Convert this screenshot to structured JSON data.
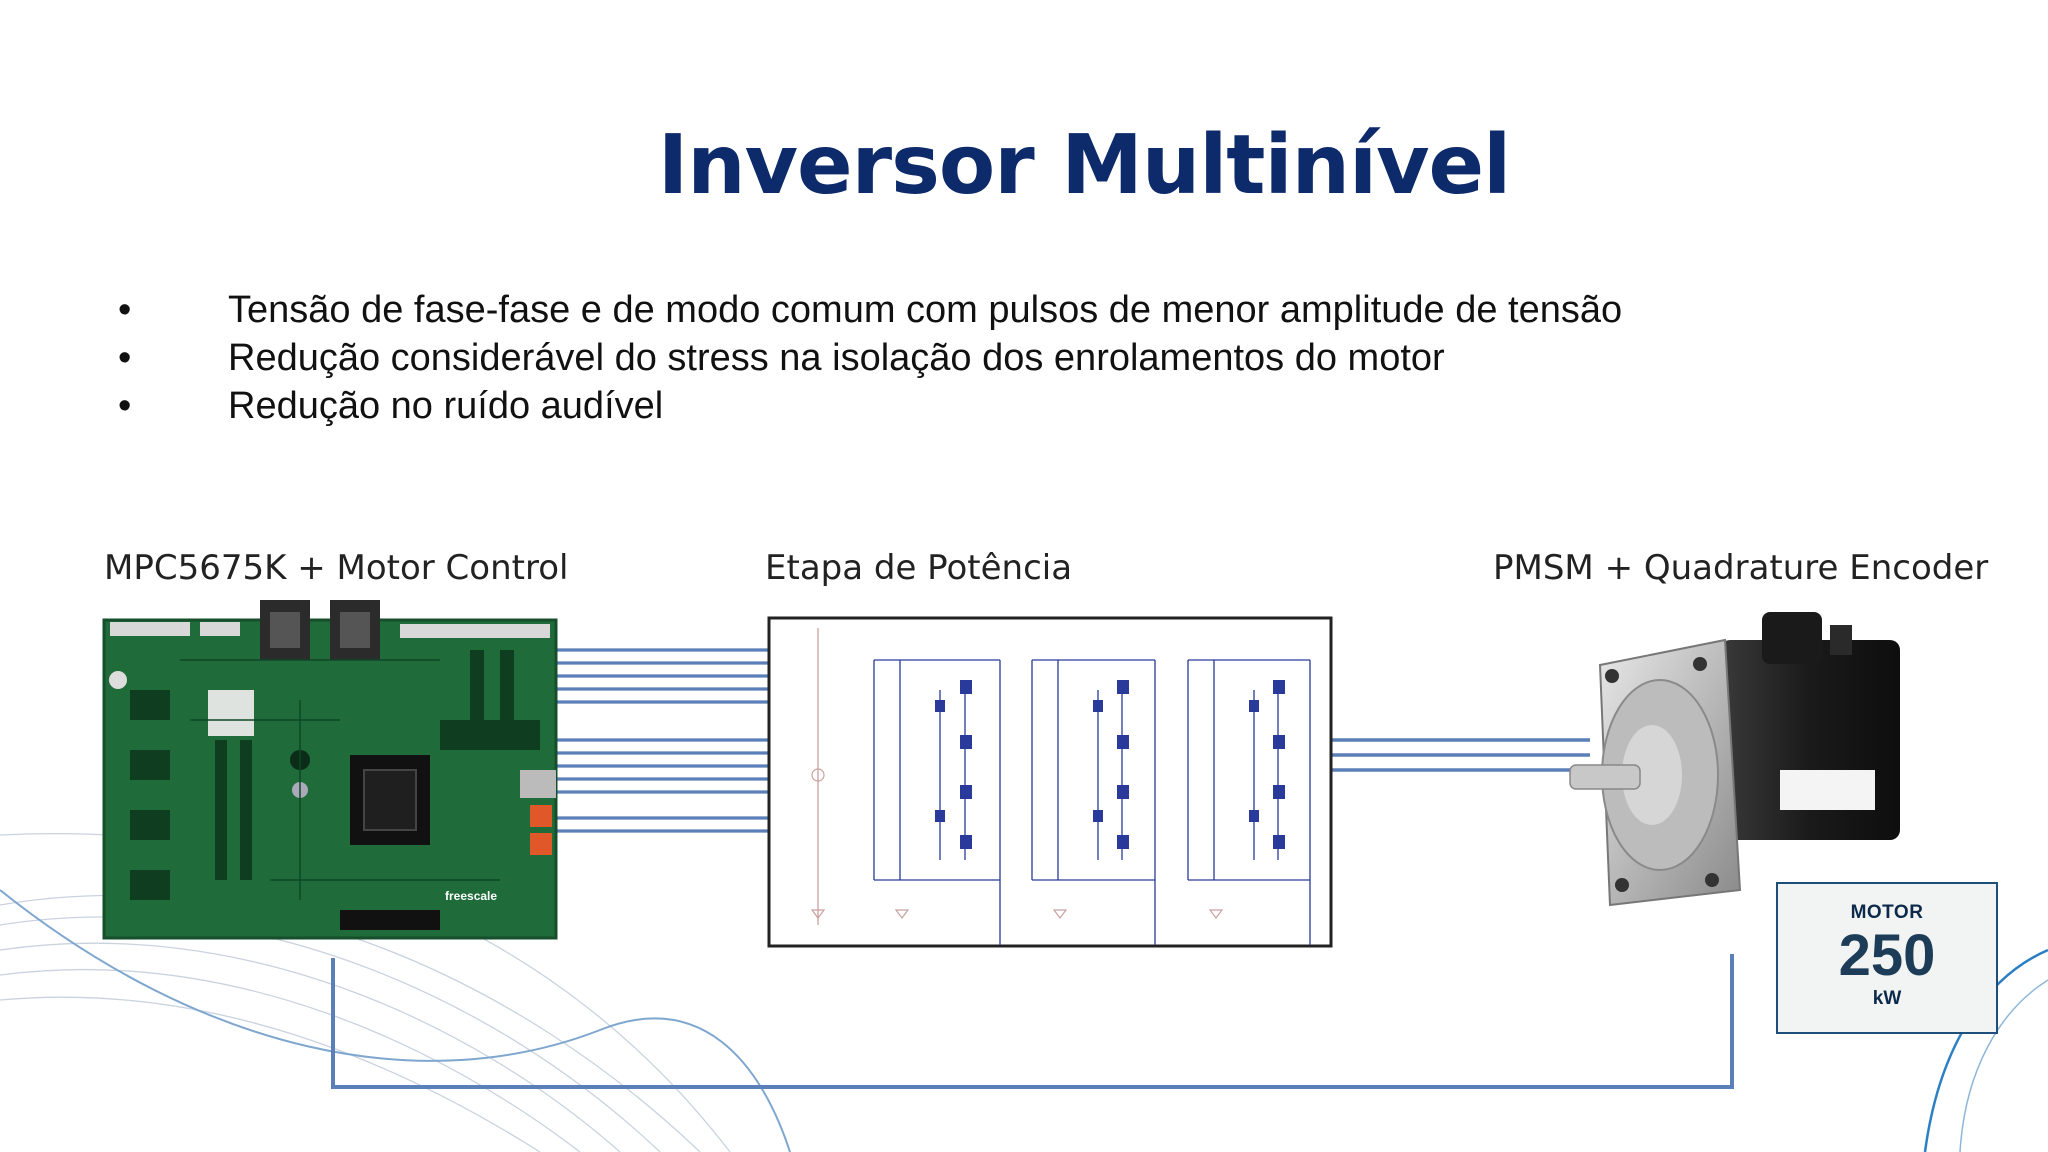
{
  "slide": {
    "title": "Inversor Multinível",
    "bullets": [
      "Tensão de fase-fase e de modo comum com pulsos de menor amplitude de tensão",
      "Redução considerável do stress na isolação dos enrolamentos do motor",
      "Redução no ruído audível"
    ],
    "bullet_marker": "•"
  },
  "diagram": {
    "blocks": [
      {
        "id": "controller",
        "label": "MPC5675K + Motor Control"
      },
      {
        "id": "power_stage",
        "label": "Etapa de Potência"
      },
      {
        "id": "motor",
        "label": "PMSM + Quadrature Encoder"
      }
    ],
    "connections": [
      {
        "from": "controller",
        "to": "power_stage",
        "lines": 12
      },
      {
        "from": "power_stage",
        "to": "motor",
        "lines": 3
      },
      {
        "from": "motor",
        "to": "controller",
        "lines": 1,
        "kind": "feedback"
      }
    ],
    "board_brand_text": "freescale"
  },
  "badge": {
    "caption": "MOTOR",
    "value": "250",
    "unit": "kW"
  },
  "colors": {
    "title": "#0d2a6b",
    "wire": "#5b7fb8",
    "pcb": "#1f6b3a",
    "schematic_ink": "#2a3a9a",
    "badge_border": "#1d4f7a"
  }
}
